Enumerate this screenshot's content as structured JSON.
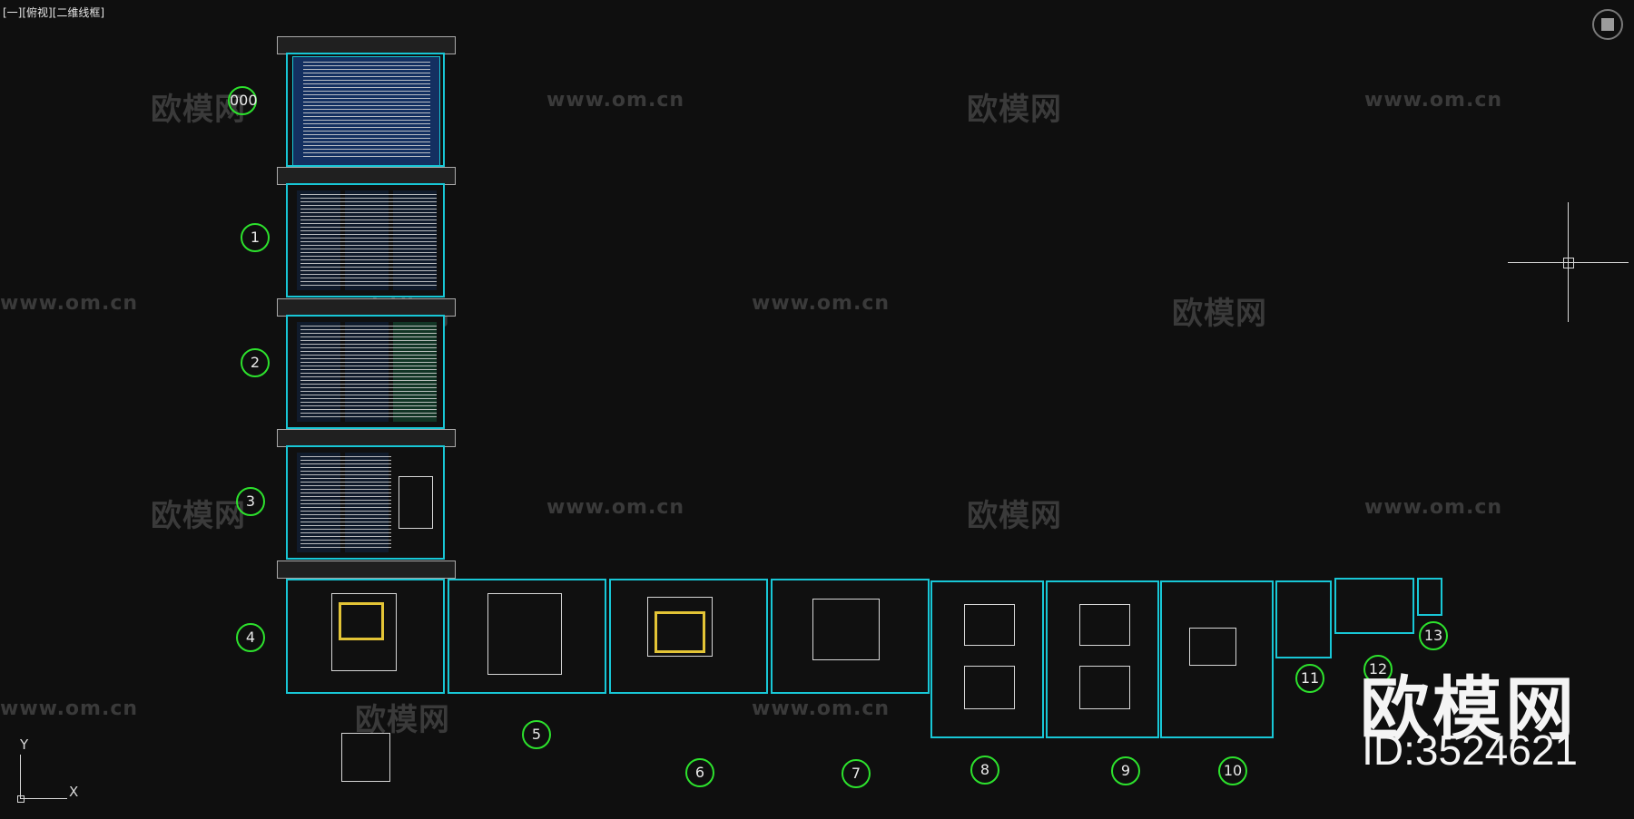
{
  "viewport": {
    "label": "[一][俯视][二维线框]"
  },
  "watermarks": {
    "cn": "欧模网",
    "url": "www.om.cn"
  },
  "brand": {
    "title": "欧模网",
    "id": "ID:3524621"
  },
  "sheet_numbers": {
    "s000": "000",
    "s1": "1",
    "s2": "2",
    "s3": "3",
    "s4": "4",
    "s5": "5",
    "s6": "6",
    "s7": "7",
    "s8": "8",
    "s9": "9",
    "s10": "10",
    "s11": "11",
    "s12": "12",
    "s13": "13"
  },
  "axes": {
    "x": "X",
    "y": "Y"
  },
  "colors": {
    "frame": "#18c7d6",
    "circle": "#2de22d",
    "background": "#0f0f0f",
    "yellow": "#e3c436"
  }
}
